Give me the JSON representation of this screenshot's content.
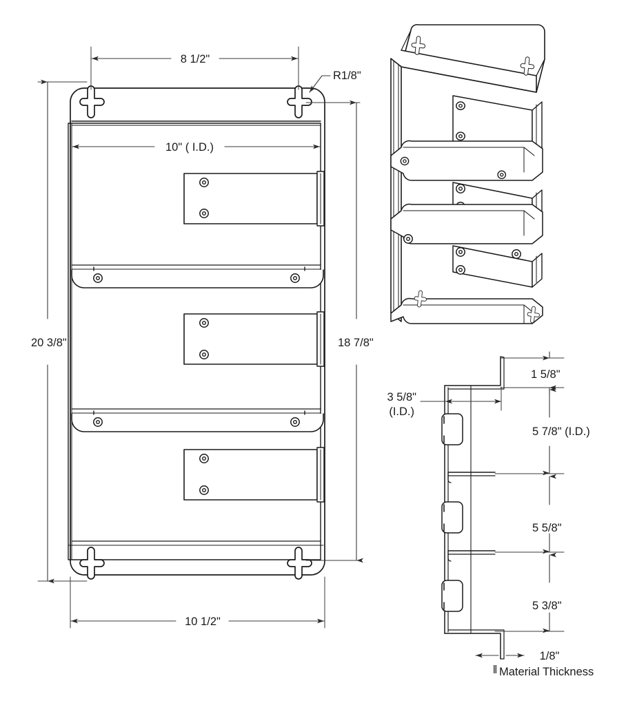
{
  "drawing": {
    "title": "Wall-mount 3-pocket literature rack — multiview engineering drawing",
    "units": "inches",
    "line_color": "#1a1a1a",
    "dim_color": "#3a3a3a",
    "background": "#ffffff"
  },
  "views": {
    "front": {
      "name": "front-view",
      "label": ""
    },
    "isometric": {
      "name": "isometric-view",
      "label": ""
    },
    "section": {
      "name": "side-section-view",
      "label": ""
    }
  },
  "dimensions": {
    "front_top_width": "8 1/2\"",
    "corner_radius": "R1/8\"",
    "front_inner_width": "10\" ( I.D.)",
    "front_overall_height": "20 3/8\"",
    "front_inner_height": "18 7/8\"",
    "front_overall_width": "10 1/2\"",
    "section_depth_id": "3 5/8\"",
    "section_depth_id_note": "(I.D.)",
    "section_top_flange": "1 5/8\"",
    "section_pocket1": "5 7/8\" (I.D.)",
    "section_pocket2": "5 5/8\"",
    "section_pocket3": "5 3/8\"",
    "material_thickness_value": "1/8\"",
    "material_thickness_label": "Material Thickness"
  }
}
